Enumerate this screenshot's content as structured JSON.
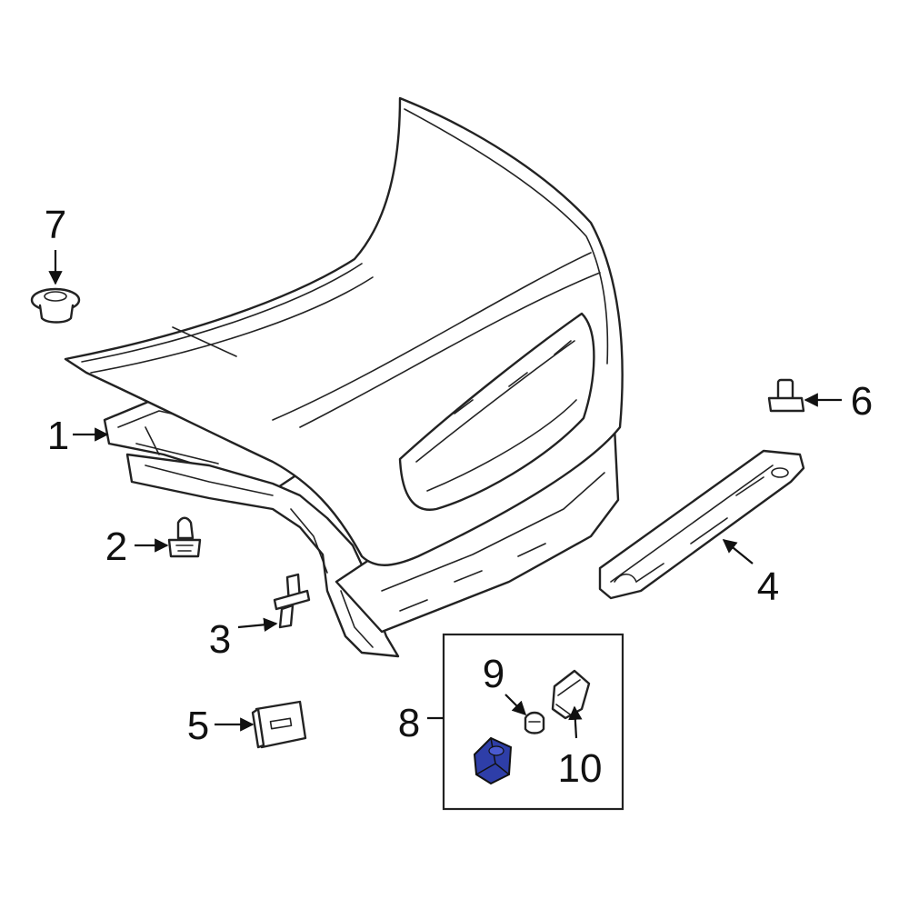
{
  "callouts": [
    {
      "id": "1",
      "label": "1"
    },
    {
      "id": "2",
      "label": "2"
    },
    {
      "id": "3",
      "label": "3"
    },
    {
      "id": "4",
      "label": "4"
    },
    {
      "id": "5",
      "label": "5"
    },
    {
      "id": "6",
      "label": "6"
    },
    {
      "id": "7",
      "label": "7"
    },
    {
      "id": "8",
      "label": "8"
    },
    {
      "id": "9",
      "label": "9"
    },
    {
      "id": "10",
      "label": "10"
    }
  ],
  "highlight": {
    "part": "8",
    "color": "#2e3ea8"
  }
}
